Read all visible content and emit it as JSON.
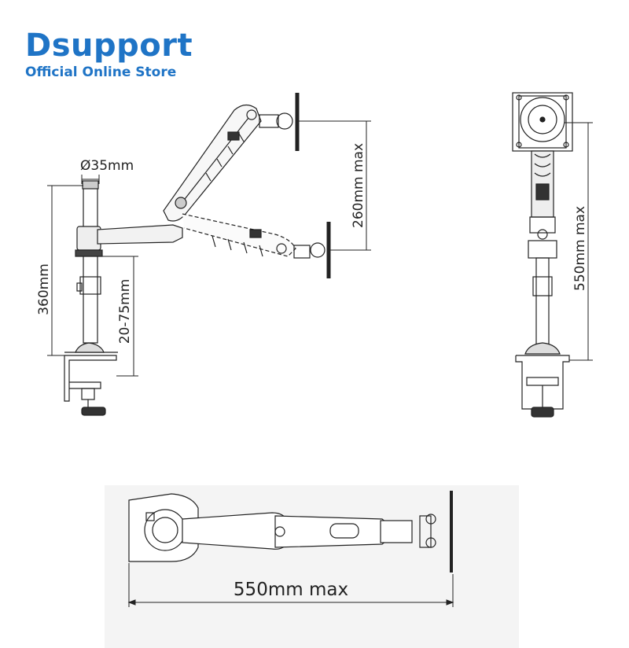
{
  "brand": {
    "name": "Dsupport",
    "tagline": "Official Online Store",
    "color": "#1f74c6"
  },
  "dimensions": {
    "pole_diameter": "Ø35mm",
    "pole_height": "360mm",
    "desk_thickness": "20-75mm",
    "vertical_travel": "260mm max",
    "side_height": "550mm max",
    "top_reach": "550mm max"
  }
}
